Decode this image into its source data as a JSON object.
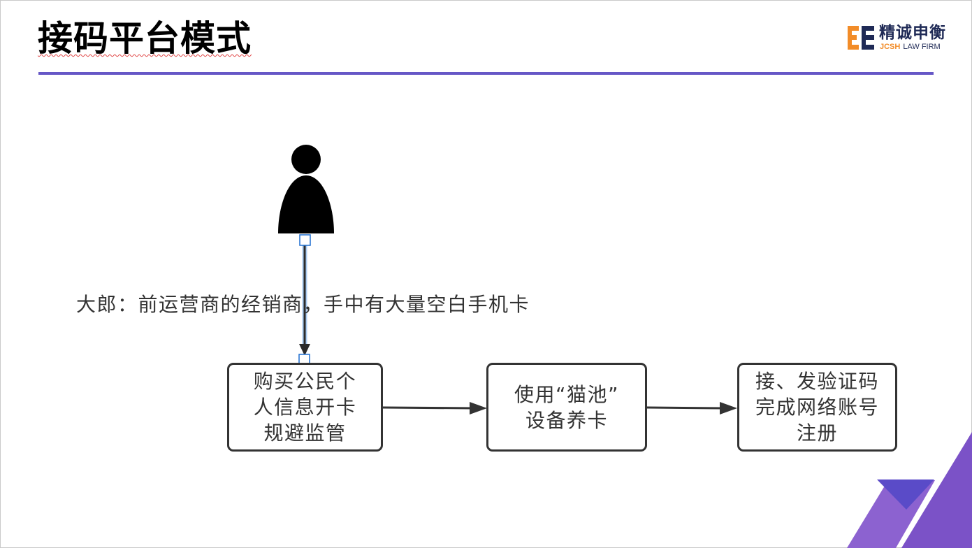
{
  "slide": {
    "title": "接码平台模式",
    "colors": {
      "accent_line": "#6657C6",
      "title_text": "#000000",
      "body_text": "#333333",
      "box_border": "#333333",
      "connector_highlight": "#6FA8E8",
      "handle_border": "#1E6FD0",
      "deco_left": "#8C62D0",
      "deco_right": "#7B52C7",
      "deco_inverted": "#5A4BC8"
    }
  },
  "logo": {
    "icon": "jcsh-logo-icon",
    "name": "精诚申衡",
    "abbr": "JCSH",
    "tagline": "LAW FIRM",
    "colors": {
      "orange": "#F28C28",
      "navy": "#1F2A56"
    }
  },
  "diagram": {
    "actor": {
      "icon": "person-icon",
      "label": "大郎：前运营商的经销商，手中有大量空白手机卡"
    },
    "steps": [
      {
        "lines": [
          "购买公民个",
          "人信息开卡",
          "规避监管"
        ]
      },
      {
        "lines": [
          "使用“猫池”",
          "设备养卡"
        ]
      },
      {
        "lines": [
          "接、发验证码",
          "完成网络账号",
          "注册"
        ]
      }
    ]
  }
}
